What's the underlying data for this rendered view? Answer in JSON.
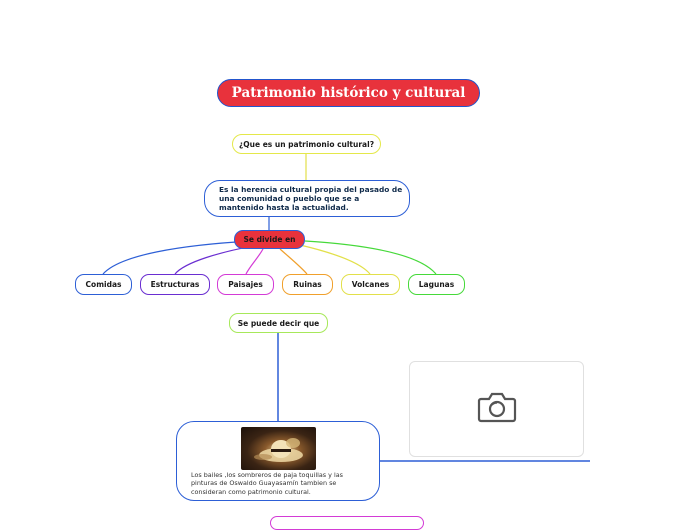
{
  "title": "Patrimonio histórico y cultural",
  "question": "¿Que es un patrimonio cultural?",
  "definition": {
    "line1": "Es la herencia cultural propia del pasado de",
    "line2": "una comunidad o pueblo  que se a",
    "line3": "mantenido hasta la actualidad."
  },
  "divides": "Se divide en",
  "categories": [
    {
      "label": "Comidas",
      "color": "#2d5fd6"
    },
    {
      "label": "Estructuras",
      "color": "#6a2ed1"
    },
    {
      "label": "Paisajes",
      "color": "#d33bd6"
    },
    {
      "label": "Ruinas",
      "color": "#f0a02c"
    },
    {
      "label": "Volcanes",
      "color": "#e2e04a"
    },
    {
      "label": "Lagunas",
      "color": "#46d93a"
    }
  ],
  "can_say": "Se puede decir que",
  "card": {
    "line1": "Los bailes ,los sombreros de paja toquillas y las",
    "line2": "pinturas de Oswaldo Guayasamín tambien se",
    "line3": "consideran como patrimonio cultural."
  },
  "image_placeholder_icon": "camera-icon"
}
